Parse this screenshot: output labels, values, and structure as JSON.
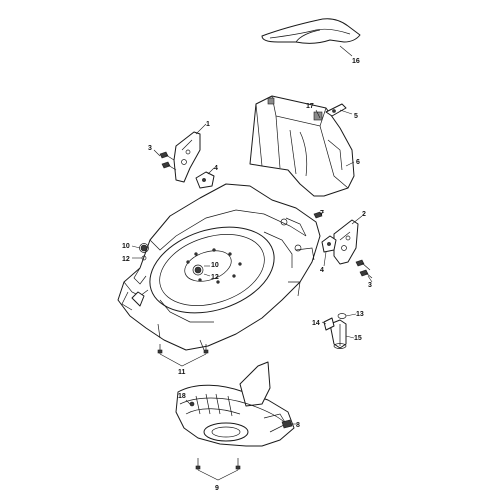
{
  "diagram": {
    "callouts": {
      "c1": "1",
      "c2": "2",
      "c3a": "3",
      "c3b": "3",
      "c4a": "4",
      "c4b": "4",
      "c5": "5",
      "c6": "6",
      "c7": "7",
      "c8": "8",
      "c9": "9",
      "c10a": "10",
      "c10b": "10",
      "c11": "11",
      "c12a": "12",
      "c12b": "12",
      "c13": "13",
      "c14": "14",
      "c15": "15",
      "c16": "16",
      "c17": "17",
      "c18": "18"
    },
    "colors": {
      "line": "#1a1a1a",
      "fill": "#ffffff",
      "shade": "#8a8a8a"
    }
  }
}
